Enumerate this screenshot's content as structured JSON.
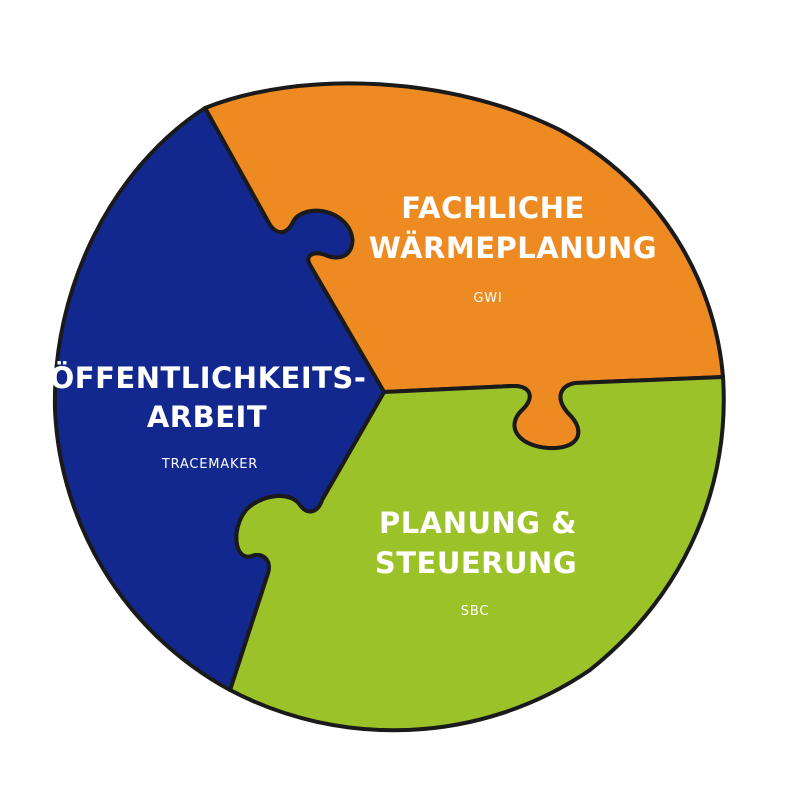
{
  "segments": [
    {
      "id": "waermeplanung",
      "color": "#EE8A22",
      "title_lines": [
        "FACHLICHE",
        "WÄRMEPLANUNG"
      ],
      "subtitle": "GWI"
    },
    {
      "id": "planung",
      "color": "#9CC22A",
      "title_lines": [
        "PLANUNG &",
        "STEUERUNG"
      ],
      "subtitle": "SBC"
    },
    {
      "id": "oeffentlichkeit",
      "color": "#13288F",
      "title_lines": [
        "ÖFFENTLICHKEITS-",
        "ARBEIT"
      ],
      "subtitle": "TRACEMAKER"
    }
  ],
  "outline_color": "#1a1a1a"
}
